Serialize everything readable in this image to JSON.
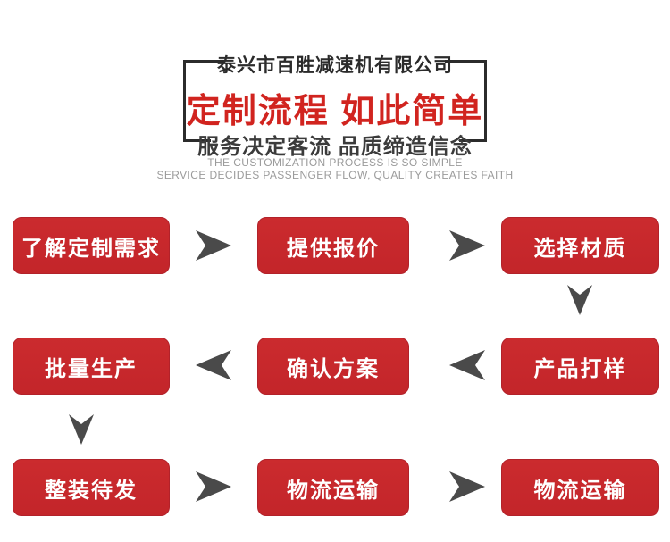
{
  "header": {
    "company": "泰兴市百胜减速机有限公司",
    "title": "定制流程 如此简单",
    "subtitle": "服务决定客流 品质缔造信念",
    "subtitle_en_line1": "THE CUSTOMIZATION PROCESS IS SO SIMPLE",
    "subtitle_en_line2": "SERVICE DECIDES PASSENGER FLOW, QUALITY CREATES FAITH"
  },
  "flow": {
    "rows": [
      {
        "direction": "right",
        "steps": [
          "了解定制需求",
          "提供报价",
          "选择材质"
        ]
      },
      {
        "direction": "left",
        "steps": [
          "批量生产",
          "确认方案",
          "产品打样"
        ]
      },
      {
        "direction": "right",
        "steps": [
          "整装待发",
          "物流运输",
          "物流运输"
        ]
      }
    ],
    "connectors": [
      "row1-step1-to-step2-right",
      "row1-step2-to-step3-right",
      "row1-step3-down-to-row2-step3",
      "row2-step3-to-step2-left",
      "row2-step2-to-step1-left",
      "row2-step1-down-to-row3-step1",
      "row3-step1-to-step2-right",
      "row3-step2-to-step3-right"
    ]
  },
  "icons": {
    "arrow_right": "notched-triangle-right",
    "arrow_left": "notched-triangle-left",
    "arrow_down": "notched-triangle-down",
    "bracket": "corner-bracket-frame"
  },
  "colors": {
    "box_red": "#c7282c",
    "box_border_red": "#b2222a",
    "title_red": "#d1241f",
    "arrow_gray": "#4a4a4a",
    "text_dark": "#2b2b2b",
    "text_gray": "#9b9b9b",
    "box_text": "#ffffff",
    "background": "#ffffff"
  }
}
